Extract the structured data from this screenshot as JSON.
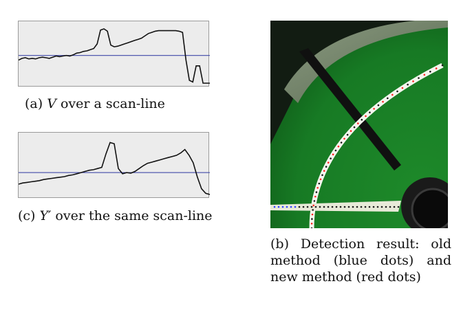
{
  "captions": {
    "a": {
      "prefix": "(a) ",
      "math": "V",
      "suffix": " over a scan-line"
    },
    "c": {
      "prefix": "(c) ",
      "math": "Y′",
      "suffix": " over the same scan-line"
    },
    "b": {
      "text": "(b) Detection result: old method (blue dots) and new method (red dots)"
    }
  },
  "chart_data": [
    {
      "type": "line",
      "series": [
        {
          "values": [
            0.4,
            0.43,
            0.44,
            0.42,
            0.43,
            0.42,
            0.44,
            0.45,
            0.44,
            0.43,
            0.45,
            0.47,
            0.46,
            0.47,
            0.48,
            0.47,
            0.49,
            0.52,
            0.53,
            0.55,
            0.56,
            0.58,
            0.6,
            0.68,
            0.92,
            0.94,
            0.9,
            0.66,
            0.63,
            0.64,
            0.66,
            0.68,
            0.7,
            0.72,
            0.74,
            0.76,
            0.78,
            0.82,
            0.86,
            0.88,
            0.9,
            0.91,
            0.91,
            0.91,
            0.91,
            0.91,
            0.91,
            0.9,
            0.88,
            0.4,
            0.05,
            0.02,
            0.3,
            0.3,
            0.0,
            0.0,
            0.0
          ]
        }
      ],
      "reference_level": 0.48
    },
    {
      "type": "line",
      "series": [
        {
          "values": [
            0.18,
            0.2,
            0.21,
            0.22,
            0.23,
            0.24,
            0.26,
            0.27,
            0.28,
            0.29,
            0.3,
            0.31,
            0.33,
            0.34,
            0.36,
            0.38,
            0.4,
            0.42,
            0.43,
            0.45,
            0.47,
            0.7,
            0.9,
            0.88,
            0.45,
            0.36,
            0.38,
            0.37,
            0.4,
            0.45,
            0.5,
            0.54,
            0.56,
            0.58,
            0.6,
            0.62,
            0.64,
            0.66,
            0.68,
            0.72,
            0.78,
            0.68,
            0.55,
            0.3,
            0.1,
            0.02,
            0.0
          ]
        }
      ],
      "reference_level": 0.38
    }
  ],
  "colors": {
    "plot_bg": "#ececec",
    "line": "#111111",
    "reference_line": "#3f48a8",
    "field_green": "#177a24",
    "blue_dots": "#2a3cff",
    "red_dots": "#ff2020"
  }
}
